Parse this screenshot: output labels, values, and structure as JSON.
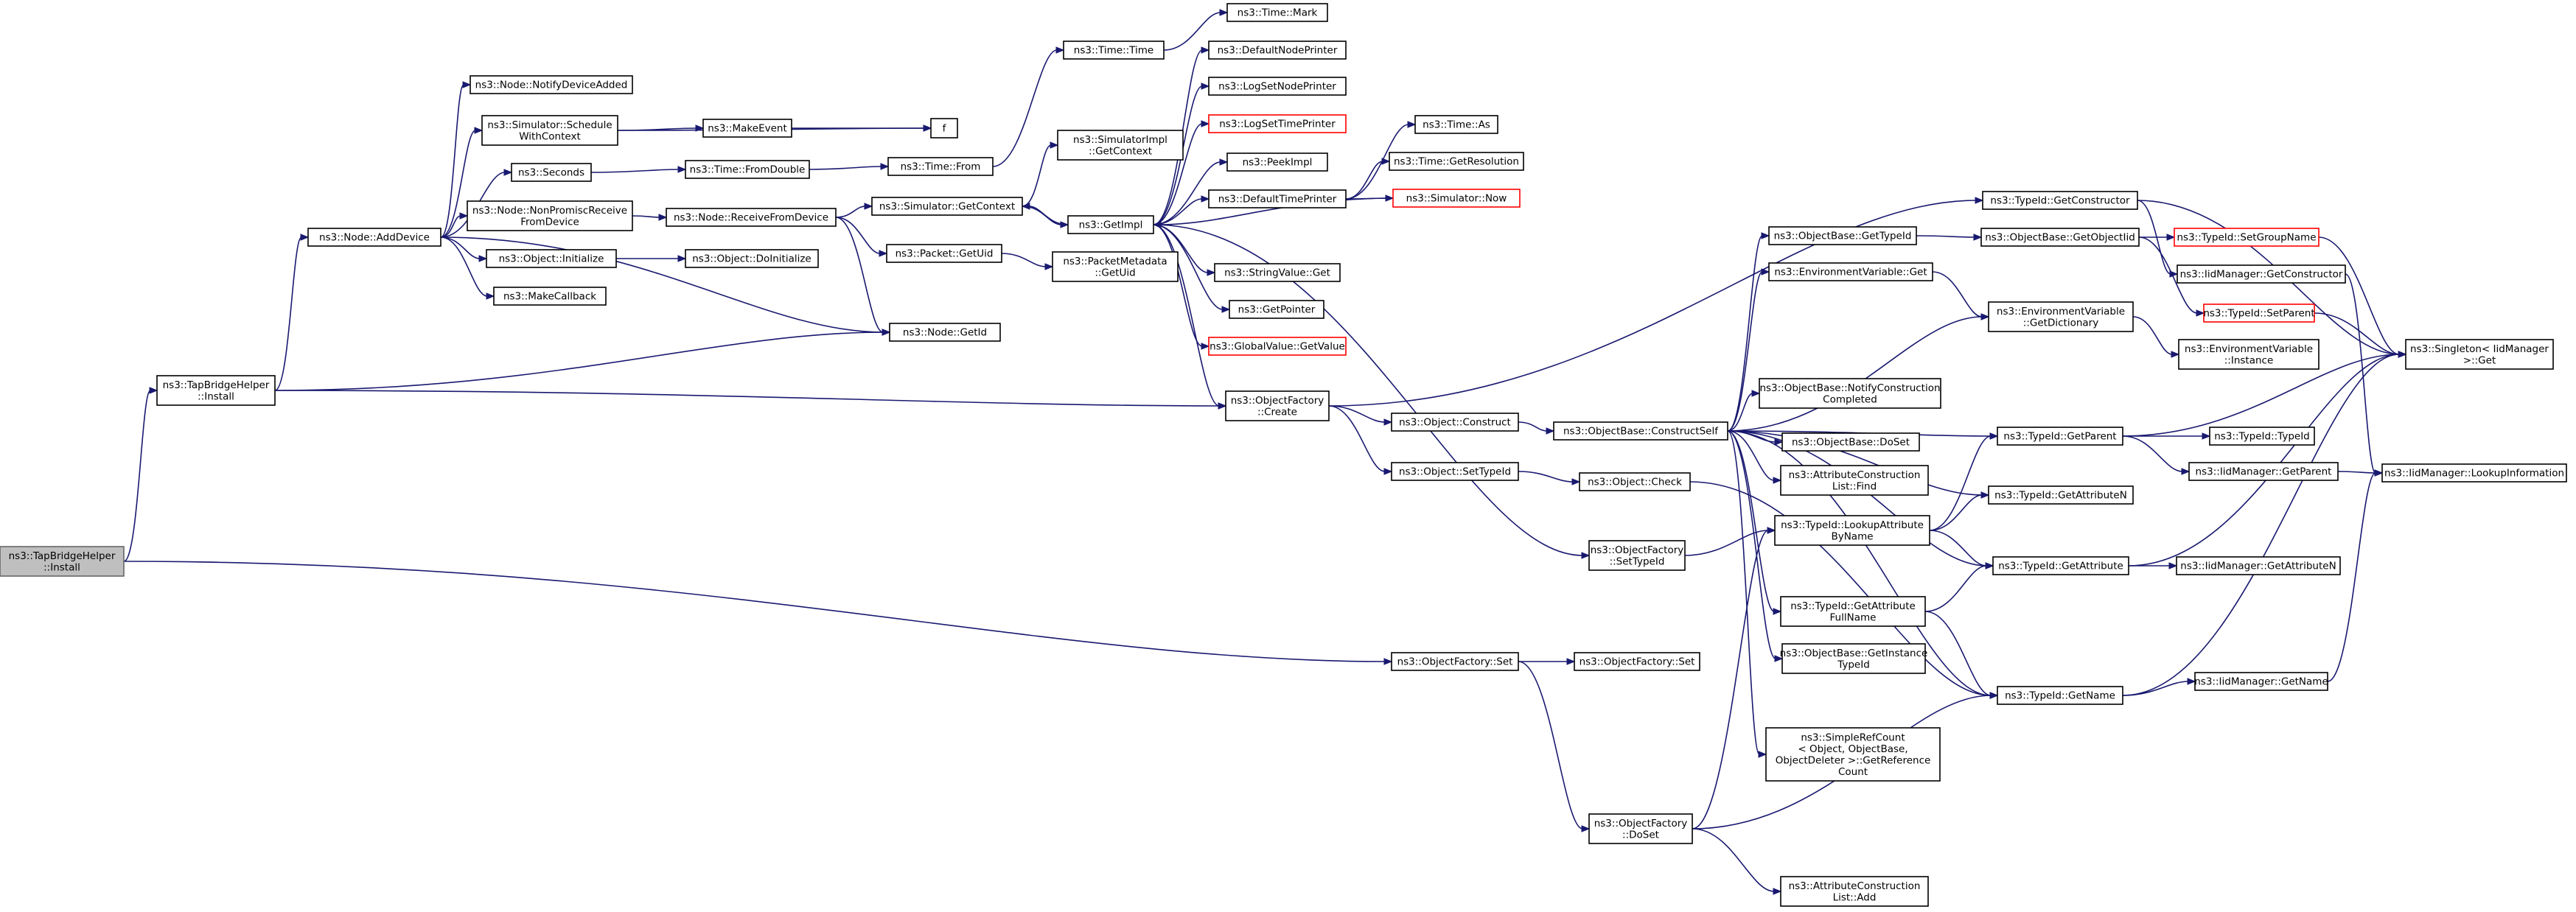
{
  "nodes": [
    {
      "id": "root",
      "lines": [
        "ns3::TapBridgeHelper",
        "::Install"
      ],
      "style": "root"
    },
    {
      "id": "tbhInstall2",
      "lines": [
        "ns3::TapBridgeHelper",
        "::Install"
      ]
    },
    {
      "id": "addDevice",
      "lines": [
        "ns3::Node::AddDevice"
      ]
    },
    {
      "id": "notifyAdded",
      "lines": [
        "ns3::Node::NotifyDeviceAdded"
      ]
    },
    {
      "id": "schedCtx",
      "lines": [
        "ns3::Simulator::Schedule",
        "WithContext"
      ]
    },
    {
      "id": "seconds",
      "lines": [
        "ns3::Seconds"
      ]
    },
    {
      "id": "nonPromisc",
      "lines": [
        "ns3::Node::NonPromiscReceive",
        "FromDevice"
      ]
    },
    {
      "id": "objInit",
      "lines": [
        "ns3::Object::Initialize"
      ]
    },
    {
      "id": "makeCb",
      "lines": [
        "ns3::MakeCallback"
      ]
    },
    {
      "id": "makeEvent",
      "lines": [
        "ns3::MakeEvent"
      ]
    },
    {
      "id": "f",
      "lines": [
        "f"
      ]
    },
    {
      "id": "fromDouble",
      "lines": [
        "ns3::Time::FromDouble"
      ]
    },
    {
      "id": "recvFrom",
      "lines": [
        "ns3::Node::ReceiveFromDevice"
      ]
    },
    {
      "id": "doInit",
      "lines": [
        "ns3::Object::DoInitialize"
      ]
    },
    {
      "id": "getId",
      "lines": [
        "ns3::Node::GetId"
      ]
    },
    {
      "id": "timeFrom",
      "lines": [
        "ns3::Time::From"
      ]
    },
    {
      "id": "getContext",
      "lines": [
        "ns3::Simulator::GetContext"
      ]
    },
    {
      "id": "pktUid",
      "lines": [
        "ns3::Packet::GetUid"
      ]
    },
    {
      "id": "pmUid",
      "lines": [
        "ns3::PacketMetadata",
        "::GetUid"
      ]
    },
    {
      "id": "timeTime",
      "lines": [
        "ns3::Time::Time"
      ]
    },
    {
      "id": "timeMark",
      "lines": [
        "ns3::Time::Mark"
      ]
    },
    {
      "id": "simImplCtx",
      "lines": [
        "ns3::SimulatorImpl",
        "::GetContext"
      ]
    },
    {
      "id": "getImpl",
      "lines": [
        "ns3::GetImpl"
      ]
    },
    {
      "id": "defNodePrinter",
      "lines": [
        "ns3::DefaultNodePrinter"
      ]
    },
    {
      "id": "logSetNode",
      "lines": [
        "ns3::LogSetNodePrinter"
      ]
    },
    {
      "id": "logSetTime",
      "lines": [
        "ns3::LogSetTimePrinter"
      ],
      "style": "trunc"
    },
    {
      "id": "peekImpl",
      "lines": [
        "ns3::PeekImpl"
      ]
    },
    {
      "id": "defTimePrinter",
      "lines": [
        "ns3::DefaultTimePrinter"
      ]
    },
    {
      "id": "strGet",
      "lines": [
        "ns3::StringValue::Get"
      ]
    },
    {
      "id": "getPointer",
      "lines": [
        "ns3::GetPointer"
      ]
    },
    {
      "id": "gvGetValue",
      "lines": [
        "ns3::GlobalValue::GetValue"
      ],
      "style": "trunc"
    },
    {
      "id": "timeAs",
      "lines": [
        "ns3::Time::As"
      ]
    },
    {
      "id": "getRes",
      "lines": [
        "ns3::Time::GetResolution"
      ]
    },
    {
      "id": "simNow",
      "lines": [
        "ns3::Simulator::Now"
      ],
      "style": "trunc"
    },
    {
      "id": "ofCreate",
      "lines": [
        "ns3::ObjectFactory",
        "::Create"
      ]
    },
    {
      "id": "objConstruct",
      "lines": [
        "ns3::Object::Construct"
      ]
    },
    {
      "id": "objSetTid",
      "lines": [
        "ns3::Object::SetTypeId"
      ]
    },
    {
      "id": "objCheck",
      "lines": [
        "ns3::Object::Check"
      ]
    },
    {
      "id": "ofSetTid",
      "lines": [
        "ns3::ObjectFactory",
        "::SetTypeId"
      ]
    },
    {
      "id": "ofSet",
      "lines": [
        "ns3::ObjectFactory::Set"
      ]
    },
    {
      "id": "ofSet2",
      "lines": [
        "ns3::ObjectFactory::Set"
      ]
    },
    {
      "id": "ofDoSet",
      "lines": [
        "ns3::ObjectFactory",
        "::DoSet"
      ]
    },
    {
      "id": "acAdd",
      "lines": [
        "ns3::AttributeConstruction",
        "List::Add"
      ]
    },
    {
      "id": "constructSelf",
      "lines": [
        "ns3::ObjectBase::ConstructSelf"
      ]
    },
    {
      "id": "obGetTid",
      "lines": [
        "ns3::ObjectBase::GetTypeId"
      ]
    },
    {
      "id": "envGet",
      "lines": [
        "ns3::EnvironmentVariable::Get"
      ]
    },
    {
      "id": "notifyConstr",
      "lines": [
        "ns3::ObjectBase::NotifyConstruction",
        "Completed"
      ]
    },
    {
      "id": "obDoSet",
      "lines": [
        "ns3::ObjectBase::DoSet"
      ]
    },
    {
      "id": "acFind",
      "lines": [
        "ns3::AttributeConstruction",
        "List::Find"
      ]
    },
    {
      "id": "lookupAttr",
      "lines": [
        "ns3::TypeId::LookupAttribute",
        "ByName"
      ]
    },
    {
      "id": "getAttrFull",
      "lines": [
        "ns3::TypeId::GetAttribute",
        "FullName"
      ]
    },
    {
      "id": "obGetInst",
      "lines": [
        "ns3::ObjectBase::GetInstance",
        "TypeId"
      ]
    },
    {
      "id": "srcGetRef",
      "lines": [
        "ns3::SimpleRefCount",
        "< Object, ObjectBase,",
        "ObjectDeleter >::GetReference",
        "Count"
      ]
    },
    {
      "id": "tidGetCtor",
      "lines": [
        "ns3::TypeId::GetConstructor"
      ]
    },
    {
      "id": "obGetObjTid",
      "lines": [
        "ns3::ObjectBase::GetObjectIid"
      ]
    },
    {
      "id": "envGetDict",
      "lines": [
        "ns3::EnvironmentVariable",
        "::GetDictionary"
      ]
    },
    {
      "id": "tidGetParent",
      "lines": [
        "ns3::TypeId::GetParent"
      ]
    },
    {
      "id": "tidGetAttrN",
      "lines": [
        "ns3::TypeId::GetAttributeN"
      ]
    },
    {
      "id": "tidGetAttr",
      "lines": [
        "ns3::TypeId::GetAttribute"
      ]
    },
    {
      "id": "tidGetName",
      "lines": [
        "ns3::TypeId::GetName"
      ]
    },
    {
      "id": "setGroupName",
      "lines": [
        "ns3::TypeId::SetGroupName"
      ],
      "style": "trunc"
    },
    {
      "id": "idmGetCtor",
      "lines": [
        "ns3::IidManager::GetConstructor"
      ]
    },
    {
      "id": "tidSetParent",
      "lines": [
        "ns3::TypeId::SetParent"
      ],
      "style": "trunc"
    },
    {
      "id": "envInstance",
      "lines": [
        "ns3::EnvironmentVariable",
        "::Instance"
      ]
    },
    {
      "id": "tidTypeId",
      "lines": [
        "ns3::TypeId::TypeId"
      ]
    },
    {
      "id": "idmGetParent",
      "lines": [
        "ns3::IidManager::GetParent"
      ]
    },
    {
      "id": "idmGetAttrN",
      "lines": [
        "ns3::IidManager::GetAttributeN"
      ]
    },
    {
      "id": "idmGetName",
      "lines": [
        "ns3::IidManager::GetName"
      ]
    },
    {
      "id": "singletonGet",
      "lines": [
        "ns3::Singleton< IidManager",
        ">::Get"
      ]
    },
    {
      "id": "idmLookup",
      "lines": [
        "ns3::IidManager::LookupInformation"
      ]
    }
  ],
  "edges": [
    [
      "root",
      "tbhInstall2"
    ],
    [
      "root",
      "ofSet"
    ],
    [
      "tbhInstall2",
      "addDevice"
    ],
    [
      "tbhInstall2",
      "getId"
    ],
    [
      "tbhInstall2",
      "ofCreate"
    ],
    [
      "addDevice",
      "notifyAdded"
    ],
    [
      "addDevice",
      "schedCtx"
    ],
    [
      "addDevice",
      "seconds"
    ],
    [
      "addDevice",
      "nonPromisc"
    ],
    [
      "addDevice",
      "objInit"
    ],
    [
      "addDevice",
      "makeCb"
    ],
    [
      "addDevice",
      "getId"
    ],
    [
      "schedCtx",
      "makeEvent"
    ],
    [
      "schedCtx",
      "f"
    ],
    [
      "makeEvent",
      "f"
    ],
    [
      "seconds",
      "fromDouble"
    ],
    [
      "fromDouble",
      "timeFrom"
    ],
    [
      "timeFrom",
      "timeTime"
    ],
    [
      "timeTime",
      "timeMark"
    ],
    [
      "nonPromisc",
      "recvFrom"
    ],
    [
      "recvFrom",
      "getContext"
    ],
    [
      "recvFrom",
      "pktUid"
    ],
    [
      "recvFrom",
      "getId"
    ],
    [
      "objInit",
      "doInit"
    ],
    [
      "pktUid",
      "pmUid"
    ],
    [
      "getContext",
      "simImplCtx"
    ],
    [
      "getContext",
      "getImpl"
    ],
    [
      "getImpl",
      "getContext"
    ],
    [
      "getImpl",
      "defNodePrinter"
    ],
    [
      "getImpl",
      "logSetNode"
    ],
    [
      "getImpl",
      "logSetTime"
    ],
    [
      "getImpl",
      "peekImpl"
    ],
    [
      "getImpl",
      "defTimePrinter"
    ],
    [
      "getImpl",
      "strGet"
    ],
    [
      "getImpl",
      "getPointer"
    ],
    [
      "getImpl",
      "gvGetValue"
    ],
    [
      "getImpl",
      "ofCreate"
    ],
    [
      "getImpl",
      "ofSetTid"
    ],
    [
      "defTimePrinter",
      "timeAs"
    ],
    [
      "defTimePrinter",
      "getRes"
    ],
    [
      "defTimePrinter",
      "simNow"
    ],
    [
      "simNow",
      "getImpl"
    ],
    [
      "ofCreate",
      "objConstruct"
    ],
    [
      "ofCreate",
      "objSetTid"
    ],
    [
      "ofCreate",
      "tidGetCtor"
    ],
    [
      "objConstruct",
      "constructSelf"
    ],
    [
      "objSetTid",
      "objCheck"
    ],
    [
      "objCheck",
      "tidGetName"
    ],
    [
      "ofSetTid",
      "lookupAttr"
    ],
    [
      "ofSet",
      "ofSet2"
    ],
    [
      "ofSet",
      "ofDoSet"
    ],
    [
      "ofDoSet",
      "acAdd"
    ],
    [
      "ofDoSet",
      "lookupAttr"
    ],
    [
      "ofDoSet",
      "tidGetName"
    ],
    [
      "constructSelf",
      "obGetTid"
    ],
    [
      "constructSelf",
      "envGet"
    ],
    [
      "constructSelf",
      "notifyConstr"
    ],
    [
      "constructSelf",
      "obDoSet"
    ],
    [
      "constructSelf",
      "acFind"
    ],
    [
      "constructSelf",
      "getAttrFull"
    ],
    [
      "constructSelf",
      "obGetInst"
    ],
    [
      "constructSelf",
      "srcGetRef"
    ],
    [
      "constructSelf",
      "tidGetParent"
    ],
    [
      "constructSelf",
      "tidGetAttrN"
    ],
    [
      "constructSelf",
      "tidGetAttr"
    ],
    [
      "constructSelf",
      "tidGetName"
    ],
    [
      "constructSelf",
      "envGetDict"
    ],
    [
      "obGetTid",
      "obGetObjTid"
    ],
    [
      "obGetObjTid",
      "setGroupName"
    ],
    [
      "obGetObjTid",
      "tidSetParent"
    ],
    [
      "envGet",
      "envGetDict"
    ],
    [
      "envGetDict",
      "envInstance"
    ],
    [
      "lookupAttr",
      "tidGetParent"
    ],
    [
      "lookupAttr",
      "tidGetAttrN"
    ],
    [
      "lookupAttr",
      "tidGetAttr"
    ],
    [
      "getAttrFull",
      "tidGetAttr"
    ],
    [
      "getAttrFull",
      "tidGetName"
    ],
    [
      "tidGetCtor",
      "idmGetCtor"
    ],
    [
      "tidGetCtor",
      "singletonGet"
    ],
    [
      "tidGetParent",
      "tidTypeId"
    ],
    [
      "tidGetParent",
      "idmGetParent"
    ],
    [
      "tidGetParent",
      "singletonGet"
    ],
    [
      "tidGetAttr",
      "idmGetAttrN"
    ],
    [
      "tidGetAttr",
      "singletonGet"
    ],
    [
      "tidGetName",
      "idmGetName"
    ],
    [
      "tidGetName",
      "singletonGet"
    ],
    [
      "setGroupName",
      "singletonGet"
    ],
    [
      "idmGetCtor",
      "idmLookup"
    ],
    [
      "tidSetParent",
      "singletonGet"
    ],
    [
      "idmGetParent",
      "idmLookup"
    ],
    [
      "idmGetName",
      "idmLookup"
    ]
  ]
}
